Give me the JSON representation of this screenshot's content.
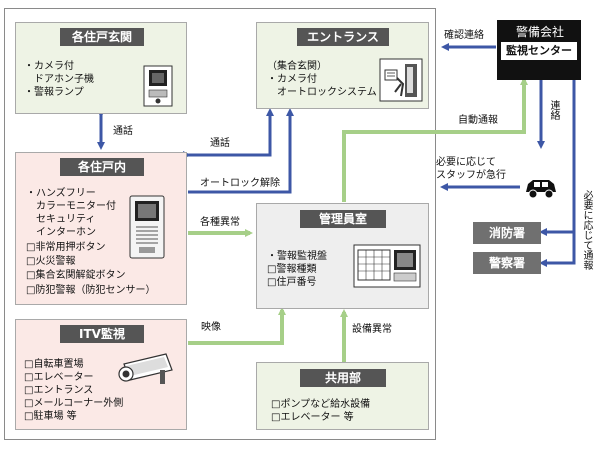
{
  "colors": {
    "blue_arrow": "#3d57a6",
    "green_arrow": "#a6cf88",
    "tab_bg": "#555555",
    "security_bg": "#111111"
  },
  "boxes": {
    "entrance_doors": {
      "title": "各住戸玄関",
      "lines": [
        "・カメラ付",
        "　ドアホン子機",
        "・警報ランプ"
      ]
    },
    "entrance": {
      "title": "エントランス",
      "lines": [
        "（集合玄関）",
        "・カメラ付",
        "　オートロックシステム"
      ]
    },
    "unit_inside": {
      "title": "各住戸内",
      "lines": [
        "・ハンズフリー",
        "　カラーモニター付",
        "　セキュリティ",
        "　インターホン",
        "□非常用押ボタン",
        "□火災警報",
        "□集合玄関解錠ボタン",
        "□防犯警報（防犯センサー）"
      ]
    },
    "manager_room": {
      "title": "管理員室",
      "lines": [
        "・警報監視盤",
        "□警報種類",
        "□住戸番号"
      ]
    },
    "itv": {
      "title": "ITV監視",
      "lines": [
        "□自転車置場",
        "□エレベーター",
        "□エントランス",
        "□メールコーナー外側",
        "□駐車場 等"
      ]
    },
    "common": {
      "title": "共用部",
      "lines": [
        "□ポンプなど給水設備",
        "□エレベーター 等"
      ]
    }
  },
  "security": {
    "company": "警備会社",
    "center": "監視センター"
  },
  "agencies": {
    "fire": "消防署",
    "police": "警察署"
  },
  "labels": {
    "confirm": "確認連絡",
    "talk1": "通話",
    "talk2": "通話",
    "autolock_release": "オートロック解除",
    "auto_report": "自動通報",
    "contact": "連絡",
    "staff_rush": [
      "必要に応じて",
      "スタッフが急行"
    ],
    "various_alarms": "各種異常",
    "video": "映像",
    "equipment_alarm": "設備異常",
    "as_needed_report": "必要に応じて通報"
  }
}
